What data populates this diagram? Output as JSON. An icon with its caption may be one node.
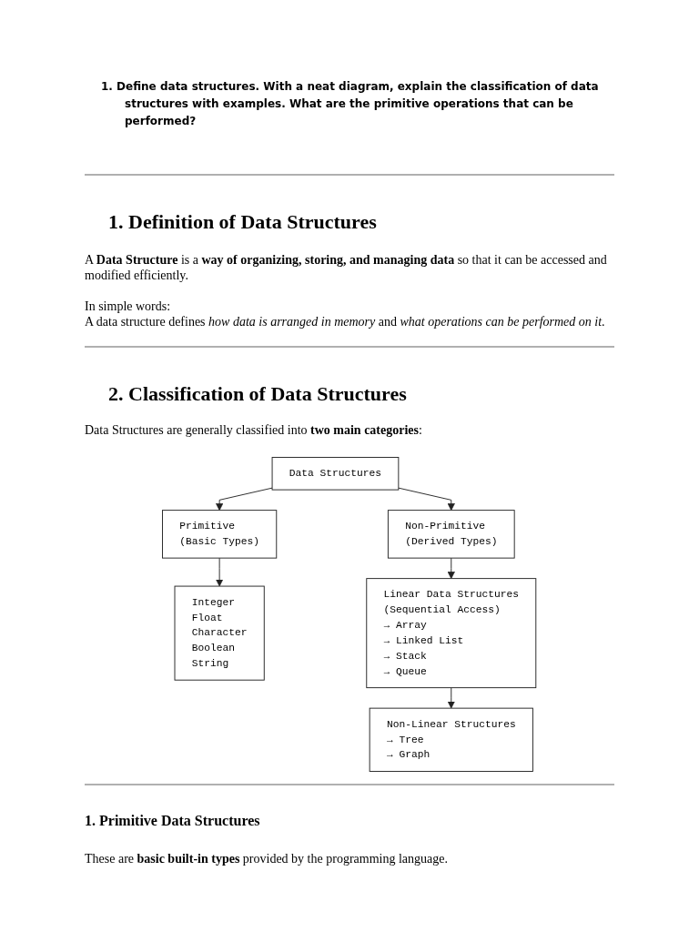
{
  "diagram": {
    "nodes": [
      {
        "text": [
          "Data Structures"
        ]
      },
      {
        "text": [
          "Primitive",
          "(Basic Types)"
        ]
      },
      {
        "text": [
          "Non-Primitive",
          "(Derived Types)"
        ]
      },
      {
        "text": [
          "Integer",
          "Float",
          "Character",
          "Boolean",
          "String"
        ]
      },
      {
        "text": [
          "Linear Data Structures",
          "(Sequential Access)",
          "→ Array",
          "→ Linked List",
          "→ Stack",
          "→ Queue"
        ]
      },
      {
        "text": [
          "Non-Linear Structures",
          "→ Tree",
          "→ Graph"
        ]
      }
    ],
    "edges": [
      {
        "from": 0,
        "to": 1,
        "arrow": "to"
      },
      {
        "from": 0,
        "to": 2,
        "arrow": "to"
      },
      {
        "from": 1,
        "to": 3,
        "arrow": "to"
      },
      {
        "from": 2,
        "to": 4,
        "arrow": "to"
      },
      {
        "from": 4,
        "to": 5,
        "arrow": "to"
      }
    ],
    "labels": [
      "1. Define data structures. With a neat diagram, explain the classification of data structures with examples. What are the primitive operations that can be performed?",
      "1. Definition of Data Structures",
      "A **Data Structure** is a **way of organizing, storing, and managing data** so that it can be accessed and modified efficiently.",
      "In simple words:",
      "A data structure defines *how data is arranged in memory* and *what operations can be performed on it*.",
      "2. Classification of Data Structures",
      "Data Structures are generally classified into **two main categories**:",
      "1. Primitive Data Structures",
      "These are **basic built-in types** provided by the programming language."
    ]
  }
}
